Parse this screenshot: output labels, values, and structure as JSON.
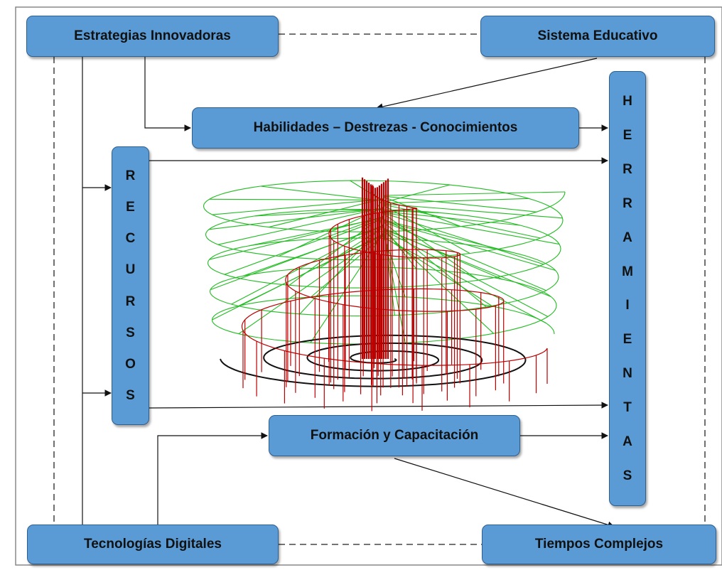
{
  "nodes": {
    "estrategias": "Estrategias Innovadoras",
    "sistema": "Sistema Educativo",
    "habilidades": "Habilidades – Destrezas - Conocimientos",
    "formacion": "Formación y Capacitación",
    "tecnologias": "Tecnologías Digitales",
    "tiempos": "Tiempos Complejos",
    "recursos_letters": [
      "R",
      "E",
      "C",
      "U",
      "R",
      "S",
      "O",
      "S"
    ],
    "herramientas_letters": [
      "H",
      "E",
      "R",
      "R",
      "A",
      "M",
      "I",
      "E",
      "N",
      "T",
      "A",
      "S"
    ]
  },
  "colors": {
    "box_fill": "#5b9bd5",
    "box_border": "#2f5f8f",
    "spiral_green": "#22bb22",
    "spiral_red": "#bb0000",
    "spiral_black": "#111111"
  }
}
